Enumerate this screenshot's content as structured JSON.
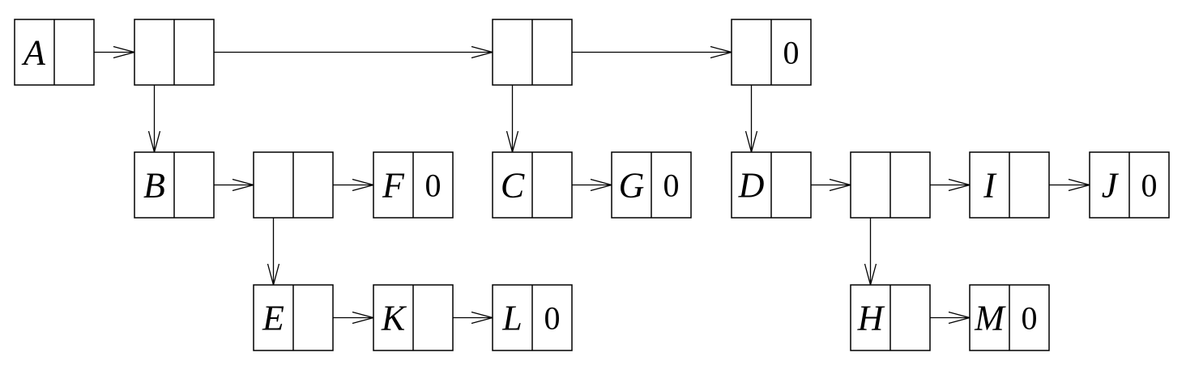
{
  "nodes": [
    {
      "id": "A",
      "head": "A",
      "tail": ""
    },
    {
      "id": "n1",
      "head": "",
      "tail": ""
    },
    {
      "id": "n2",
      "head": "",
      "tail": ""
    },
    {
      "id": "n3",
      "head": "",
      "tail": "0"
    },
    {
      "id": "B",
      "head": "B",
      "tail": ""
    },
    {
      "id": "n4",
      "head": "",
      "tail": ""
    },
    {
      "id": "F",
      "head": "F",
      "tail": "0"
    },
    {
      "id": "C",
      "head": "C",
      "tail": ""
    },
    {
      "id": "G",
      "head": "G",
      "tail": "0"
    },
    {
      "id": "D",
      "head": "D",
      "tail": ""
    },
    {
      "id": "n5",
      "head": "",
      "tail": ""
    },
    {
      "id": "I",
      "head": "I",
      "tail": ""
    },
    {
      "id": "J",
      "head": "J",
      "tail": "0"
    },
    {
      "id": "E",
      "head": "E",
      "tail": ""
    },
    {
      "id": "K",
      "head": "K",
      "tail": ""
    },
    {
      "id": "L",
      "head": "L",
      "tail": "0"
    },
    {
      "id": "H",
      "head": "H",
      "tail": ""
    },
    {
      "id": "M",
      "head": "M",
      "tail": "0"
    }
  ],
  "edges": [
    {
      "from": "A",
      "to": "n1",
      "kind": "next"
    },
    {
      "from": "n1",
      "to": "n2",
      "kind": "next"
    },
    {
      "from": "n2",
      "to": "n3",
      "kind": "next"
    },
    {
      "from": "n1",
      "to": "B",
      "kind": "down"
    },
    {
      "from": "n2",
      "to": "C",
      "kind": "down"
    },
    {
      "from": "n3",
      "to": "D",
      "kind": "down"
    },
    {
      "from": "B",
      "to": "n4",
      "kind": "next"
    },
    {
      "from": "n4",
      "to": "F",
      "kind": "next"
    },
    {
      "from": "C",
      "to": "G",
      "kind": "next"
    },
    {
      "from": "D",
      "to": "n5",
      "kind": "next"
    },
    {
      "from": "n5",
      "to": "I",
      "kind": "next"
    },
    {
      "from": "I",
      "to": "J",
      "kind": "next"
    },
    {
      "from": "n4",
      "to": "E",
      "kind": "down"
    },
    {
      "from": "n5",
      "to": "H",
      "kind": "down"
    },
    {
      "from": "E",
      "to": "K",
      "kind": "next"
    },
    {
      "from": "K",
      "to": "L",
      "kind": "next"
    },
    {
      "from": "H",
      "to": "M",
      "kind": "next"
    }
  ]
}
